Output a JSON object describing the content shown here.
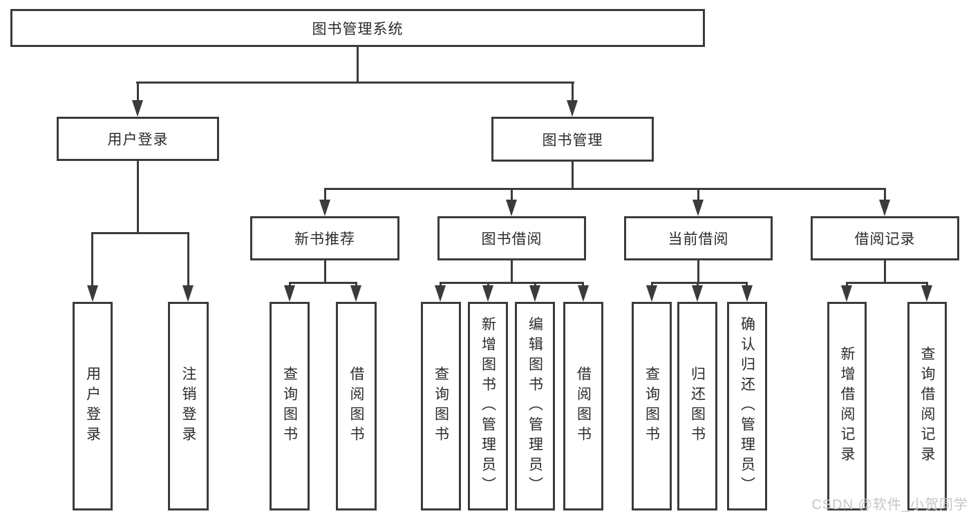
{
  "tree": {
    "root": "图书管理系统",
    "children": [
      {
        "label": "用户登录",
        "children": [
          {
            "label": "用户登录"
          },
          {
            "label": "注销登录"
          }
        ]
      },
      {
        "label": "图书管理",
        "children": [
          {
            "label": "新书推荐",
            "children": [
              {
                "label": "查询图书"
              },
              {
                "label": "借阅图书"
              }
            ]
          },
          {
            "label": "图书借阅",
            "children": [
              {
                "label": "查询图书"
              },
              {
                "label": "新增图书（管理员）"
              },
              {
                "label": "编辑图书（管理员）"
              },
              {
                "label": "借阅图书"
              }
            ]
          },
          {
            "label": "当前借阅",
            "children": [
              {
                "label": "查询图书"
              },
              {
                "label": "归还图书"
              },
              {
                "label": "确认归还（管理员）"
              }
            ]
          },
          {
            "label": "借阅记录",
            "children": [
              {
                "label": "新增借阅记录"
              },
              {
                "label": "查询借阅记录"
              }
            ]
          }
        ]
      }
    ]
  },
  "watermark": {
    "text": "CSDN @软件_小贺同学"
  },
  "colors": {
    "line": "#3b3b3b",
    "text": "#2b2b2b",
    "background": "#ffffff",
    "watermark": "#c6c6c6"
  }
}
